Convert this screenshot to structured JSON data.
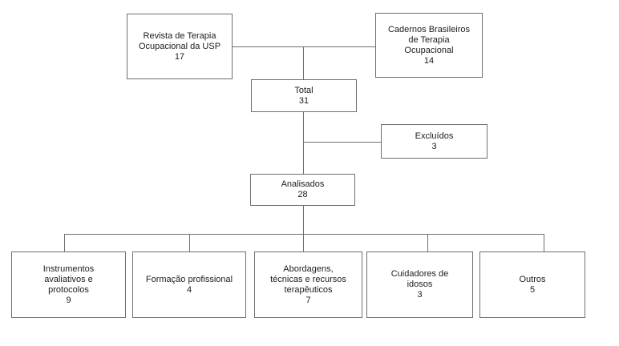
{
  "diagram": {
    "type": "flowchart",
    "language": "pt-BR",
    "colors": {
      "line": "#6f6f6f",
      "text": "#1c1c1c",
      "background": "#ffffff"
    },
    "nodes": [
      {
        "id": "revista-terapia-usp",
        "label": "Revista de Terapia\nOcupacional da USP",
        "value": "17"
      },
      {
        "id": "cadernos-brasileiros",
        "label": "Cadernos Brasileiros\nde Terapia\nOcupacional",
        "value": "14"
      },
      {
        "id": "total",
        "label": "Total",
        "value": "31"
      },
      {
        "id": "excluidos",
        "label": "Excluídos",
        "value": "3"
      },
      {
        "id": "analisados",
        "label": "Analisados",
        "value": "28"
      },
      {
        "id": "instrumentos-avaliativos",
        "label": "Instrumentos\navaliativos e\nprotocolos",
        "value": "9"
      },
      {
        "id": "formacao-profissional",
        "label": "Formação profissional",
        "value": "4"
      },
      {
        "id": "abordagens-tecnicas",
        "label": "Abordagens,\ntécnicas e recursos\nterapêuticos",
        "value": "7"
      },
      {
        "id": "cuidadores-de-idosos",
        "label": "Cuidadores de\nidosos",
        "value": "3"
      },
      {
        "id": "outros",
        "label": "Outros",
        "value": "5"
      }
    ],
    "edges": [
      {
        "from": "revista-terapia-usp",
        "to": "total"
      },
      {
        "from": "cadernos-brasileiros",
        "to": "total"
      },
      {
        "from": "total",
        "to": "excluidos"
      },
      {
        "from": "total",
        "to": "analisados"
      },
      {
        "from": "analisados",
        "to": "instrumentos-avaliativos"
      },
      {
        "from": "analisados",
        "to": "formacao-profissional"
      },
      {
        "from": "analisados",
        "to": "abordagens-tecnicas"
      },
      {
        "from": "analisados",
        "to": "cuidadores-de-idosos"
      },
      {
        "from": "analisados",
        "to": "outros"
      }
    ]
  }
}
